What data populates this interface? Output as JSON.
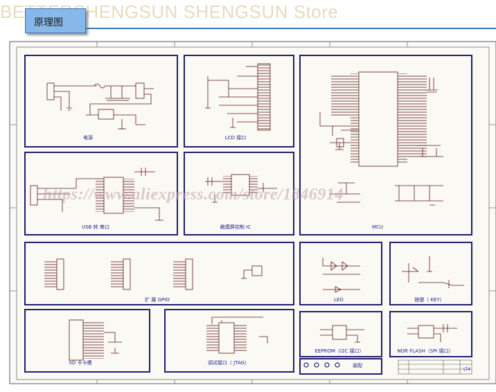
{
  "tab_label": "原理图",
  "watermark_store": "BETTERSHENGSUN SHENGSUN Store",
  "watermark_url": "https://www.aliexpress.com/store/1846914",
  "colors": {
    "frame": "#1e1e6e",
    "tab": "#86b9ea",
    "wire": "#5a1a1a"
  },
  "blocks": {
    "power": "电源",
    "lcd": "LCD 接口",
    "mcu": "MCU",
    "usb": "USB 转 串口",
    "touch": "触摸屏控制 IC",
    "gpio": "扩 展 GPIO",
    "led": "LED",
    "key": "按键（ KEY）",
    "sd": "SD 卡卡槽",
    "jtag": "调试接口（ JTAG）",
    "eeprom": "EEPROM（I2C 接口）",
    "norflash": "NOR FLASH（SPI 接口）",
    "mounting": "装配",
    "title_block": "LT4"
  }
}
